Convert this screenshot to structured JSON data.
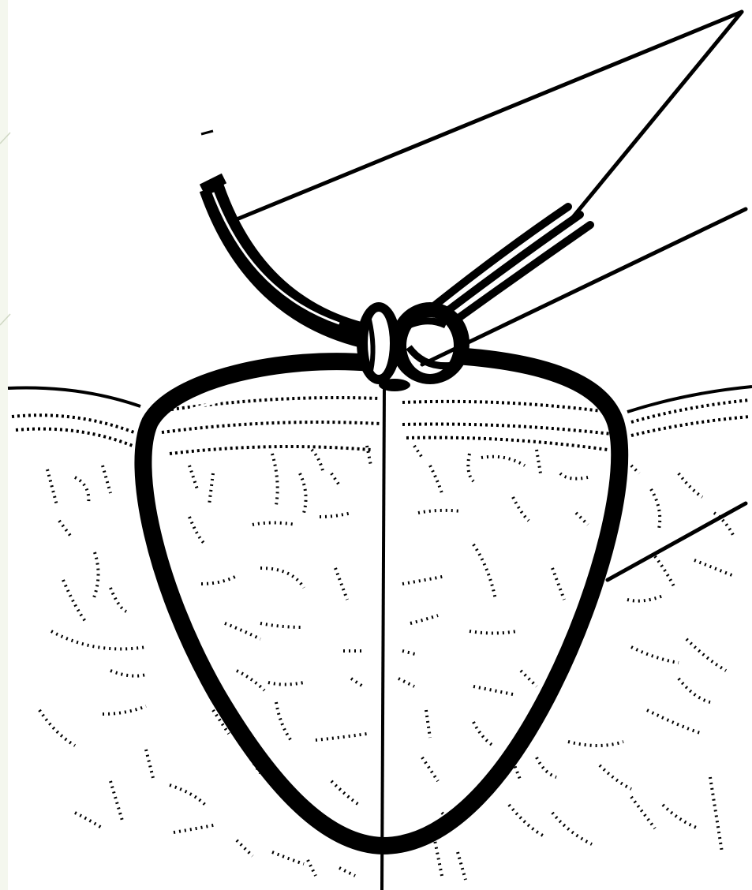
{
  "figure": {
    "ink_color": "#000000",
    "paper_color": "#ffffff",
    "margin_tint": "#f4f7ee",
    "elements": {
      "skin_surface": "skin-surface-line",
      "dermis": "dermis-dotted-layer",
      "loop": "purse-string-suture-loop",
      "knot": "suture-knot",
      "tube": "drain-tube",
      "threads": "suture-thread-ends",
      "midline": "midline-incision"
    }
  }
}
